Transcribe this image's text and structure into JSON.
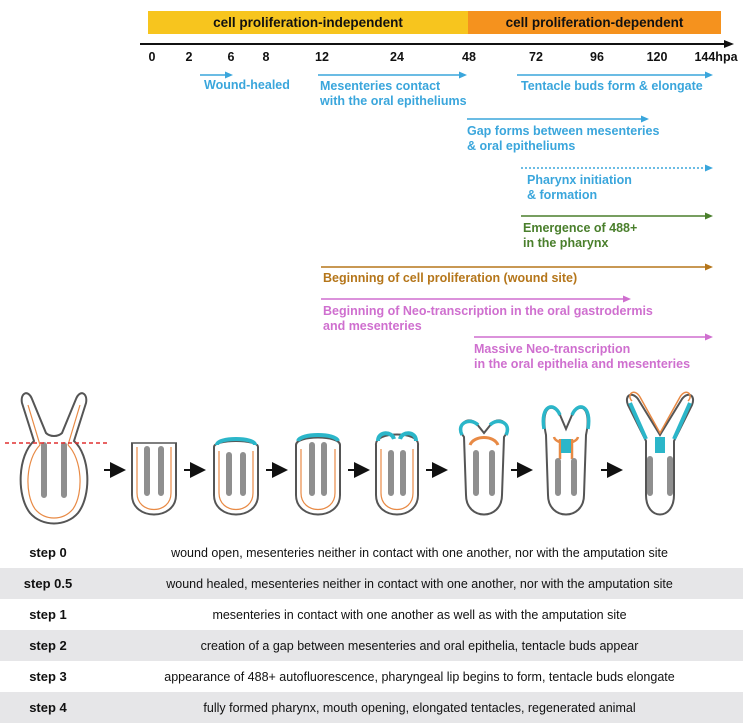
{
  "phase_bar": {
    "independent": {
      "label": "cell proliferation-independent",
      "color": "#f7c51e"
    },
    "dependent": {
      "label": "cell proliferation-dependent",
      "color": "#f5921e"
    }
  },
  "timeline": {
    "ticks": [
      "0",
      "2",
      "6",
      "8",
      "12",
      "24",
      "48",
      "72",
      "96",
      "120",
      "144hpa"
    ]
  },
  "events": [
    {
      "id": "wound",
      "lines": [
        "Wound-healed"
      ],
      "color": "#3aa6dc"
    },
    {
      "id": "mesenteries",
      "lines": [
        "Mesenteries contact",
        "with the oral epitheliums"
      ],
      "color": "#3aa6dc"
    },
    {
      "id": "tentacle",
      "lines": [
        "Tentacle buds form & elongate"
      ],
      "color": "#3aa6dc"
    },
    {
      "id": "gap",
      "lines": [
        "Gap forms between mesenteries",
        "& oral epitheliums"
      ],
      "color": "#3aa6dc"
    },
    {
      "id": "pharynx",
      "lines": [
        "Pharynx initiation",
        "& formation"
      ],
      "color": "#3aa6dc"
    },
    {
      "id": "emergence",
      "lines": [
        "Emergence of 488+",
        "in the pharynx"
      ],
      "color": "#4a7f2c"
    },
    {
      "id": "proliferation",
      "lines": [
        "Beginning of cell proliferation (wound site)"
      ],
      "color": "#b5761a"
    },
    {
      "id": "neo",
      "lines": [
        "Beginning of Neo-transcription in the oral gastrodermis",
        "and mesenteries"
      ],
      "color": "#cf6fcf"
    },
    {
      "id": "massive",
      "lines": [
        "Massive Neo-transcription",
        "in the oral epithelia and mesenteries"
      ],
      "color": "#cf6fcf"
    }
  ],
  "steps": [
    {
      "name": "step 0",
      "desc": "wound open, mesenteries neither in contact with one another, nor with the amputation site"
    },
    {
      "name": "step 0.5",
      "desc": "wound healed, mesenteries neither in contact with one another, nor with the amputation site"
    },
    {
      "name": "step 1",
      "desc": "mesenteries in contact with one another as well as with the amputation site"
    },
    {
      "name": "step 2",
      "desc": "creation of a gap between mesenteries and oral epithelia, tentacle buds appear"
    },
    {
      "name": "step 3",
      "desc": "appearance of 488+ autofluorescence, pharyngeal lip begins to form, tentacle buds elongate"
    },
    {
      "name": "step 4",
      "desc": "fully formed pharynx, mouth opening, elongated tentacles, regenerated animal"
    }
  ],
  "colors": {
    "outline": "#555555",
    "gastrodermis": "#e88a45",
    "mesentery": "#8f8f8f",
    "epithelium": "#2bb6c9",
    "cut_line": "#e03030"
  }
}
